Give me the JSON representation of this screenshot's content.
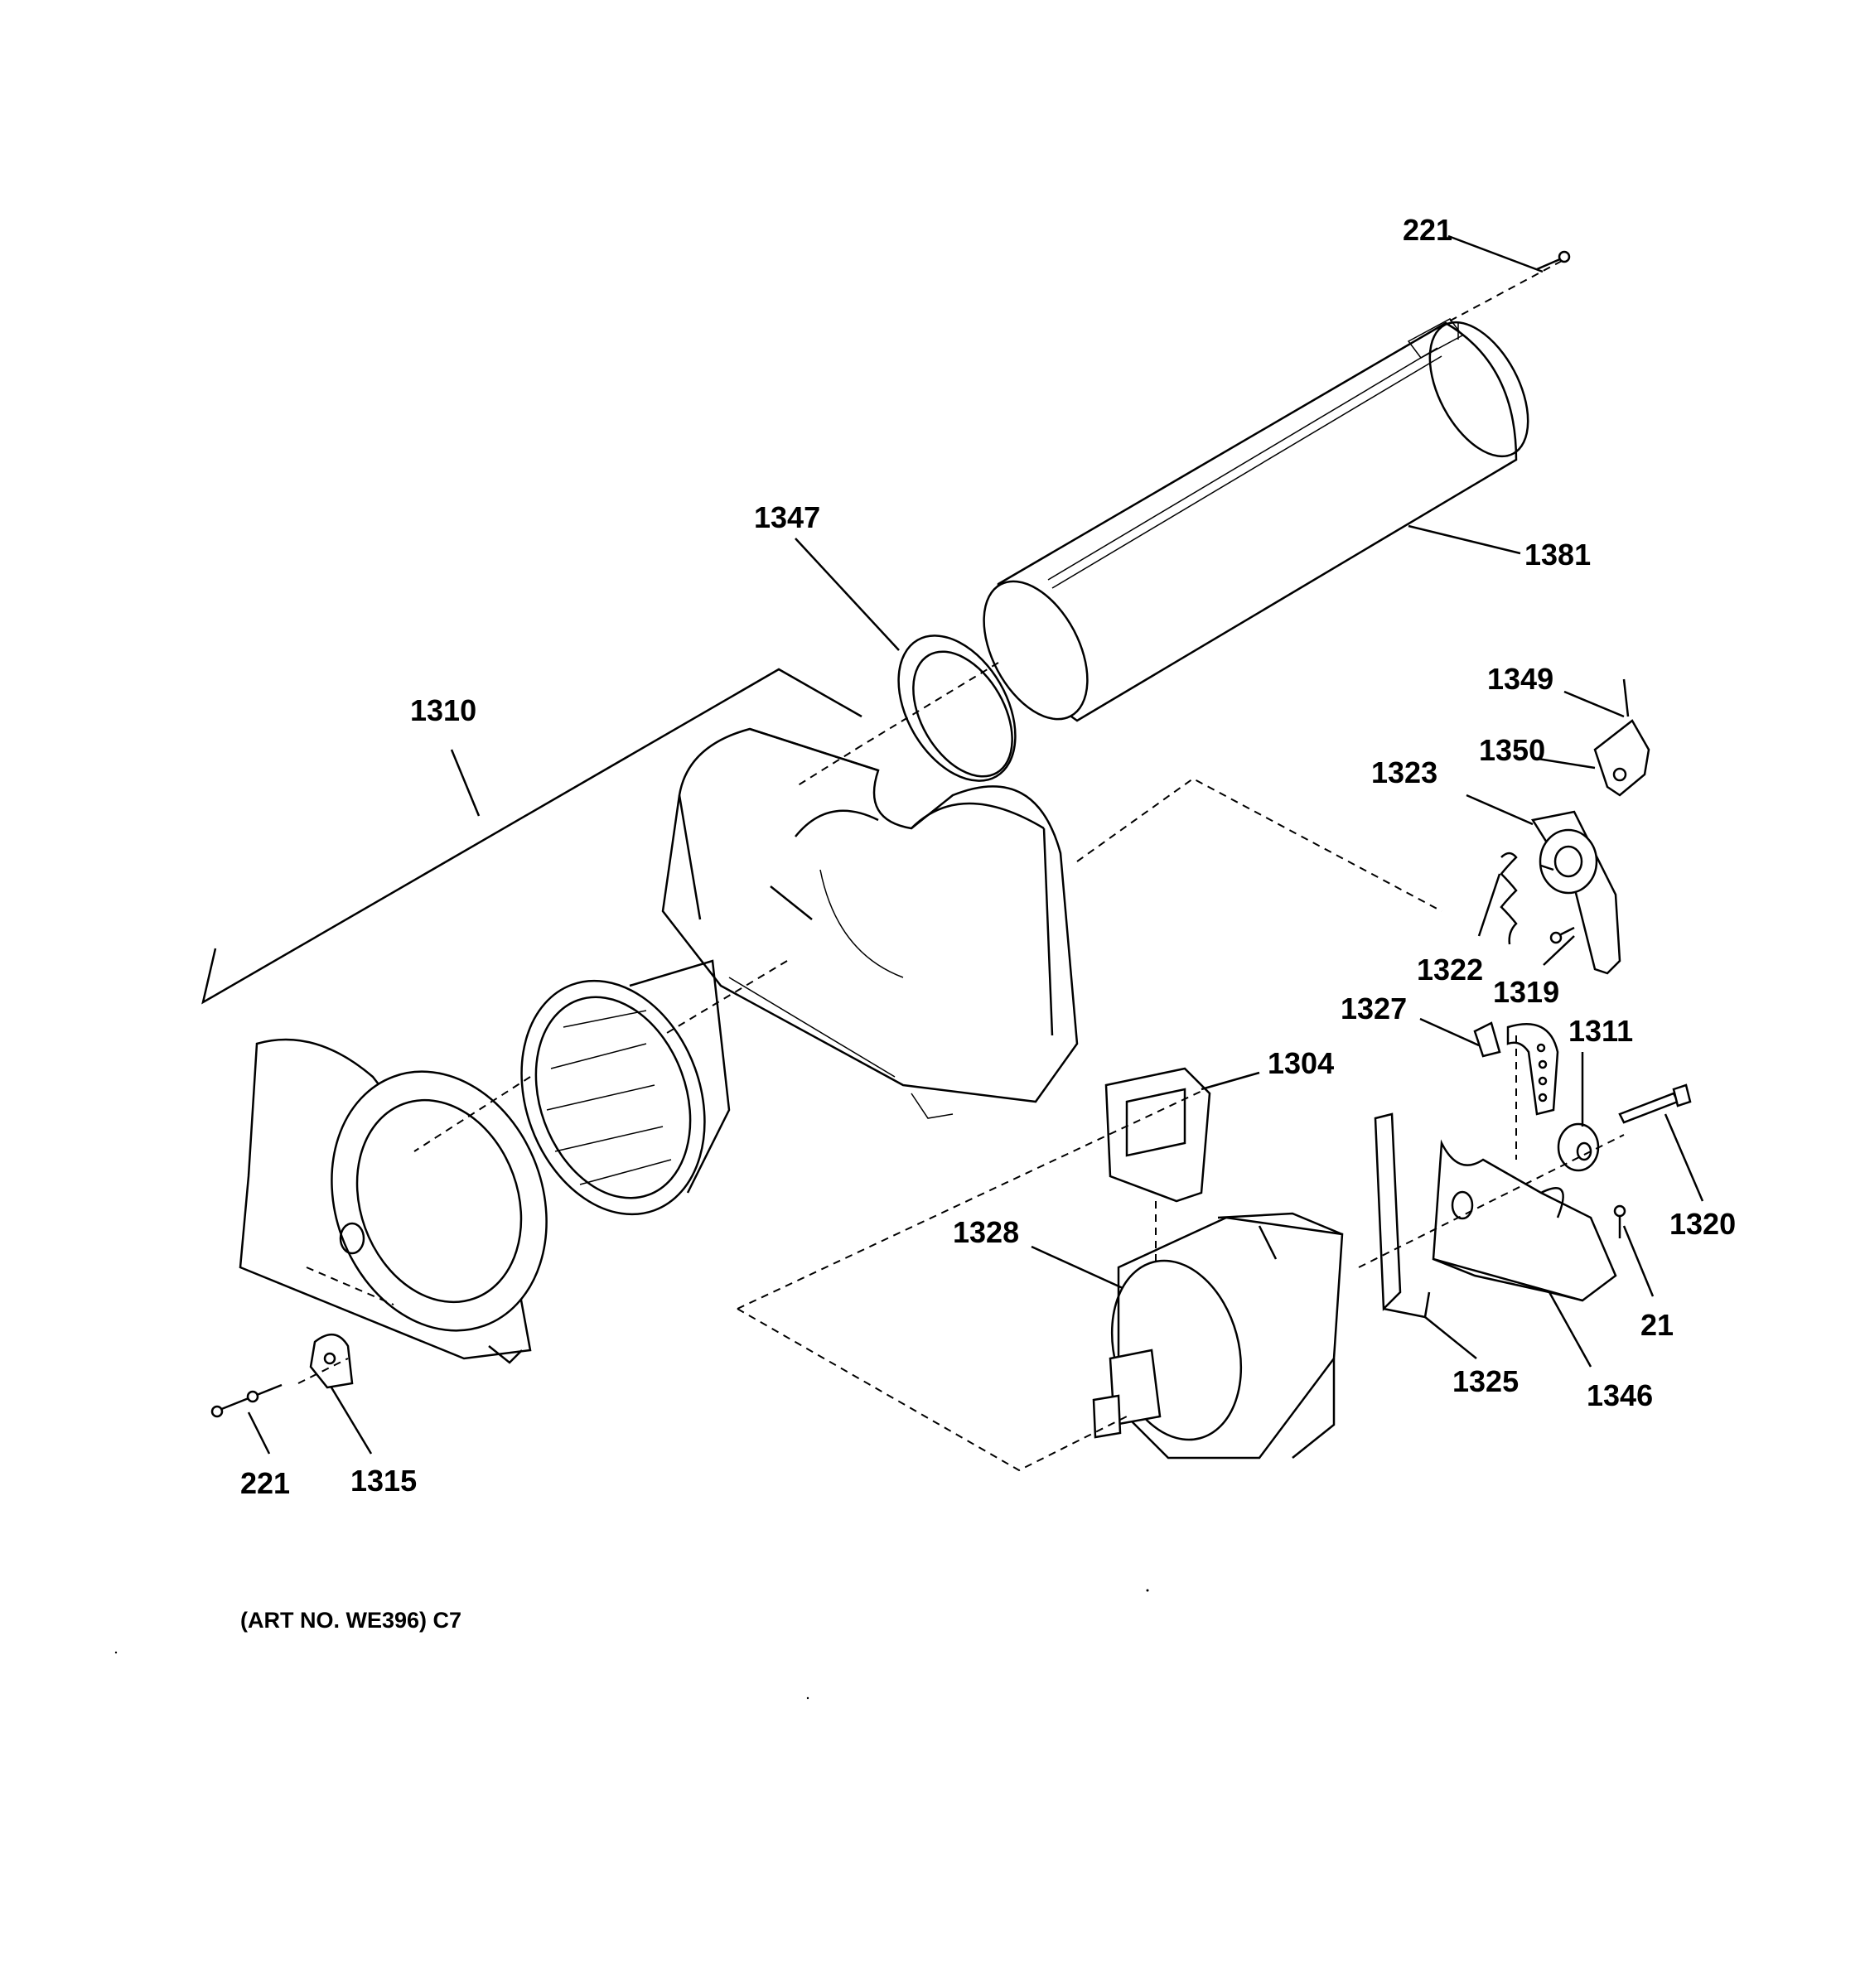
{
  "labels": {
    "l221_top": "221",
    "l1347": "1347",
    "l1381": "1381",
    "l1310": "1310",
    "l1349": "1349",
    "l1350": "1350",
    "l1323": "1323",
    "l1322": "1322",
    "l1319": "1319",
    "l1327": "1327",
    "l1311": "1311",
    "l1304": "1304",
    "l1320": "1320",
    "l1328": "1328",
    "l21": "21",
    "l1325": "1325",
    "l1346": "1346",
    "l221_bottom": "221",
    "l1315": "1315"
  },
  "art_number": "(ART NO. WE396) C7"
}
